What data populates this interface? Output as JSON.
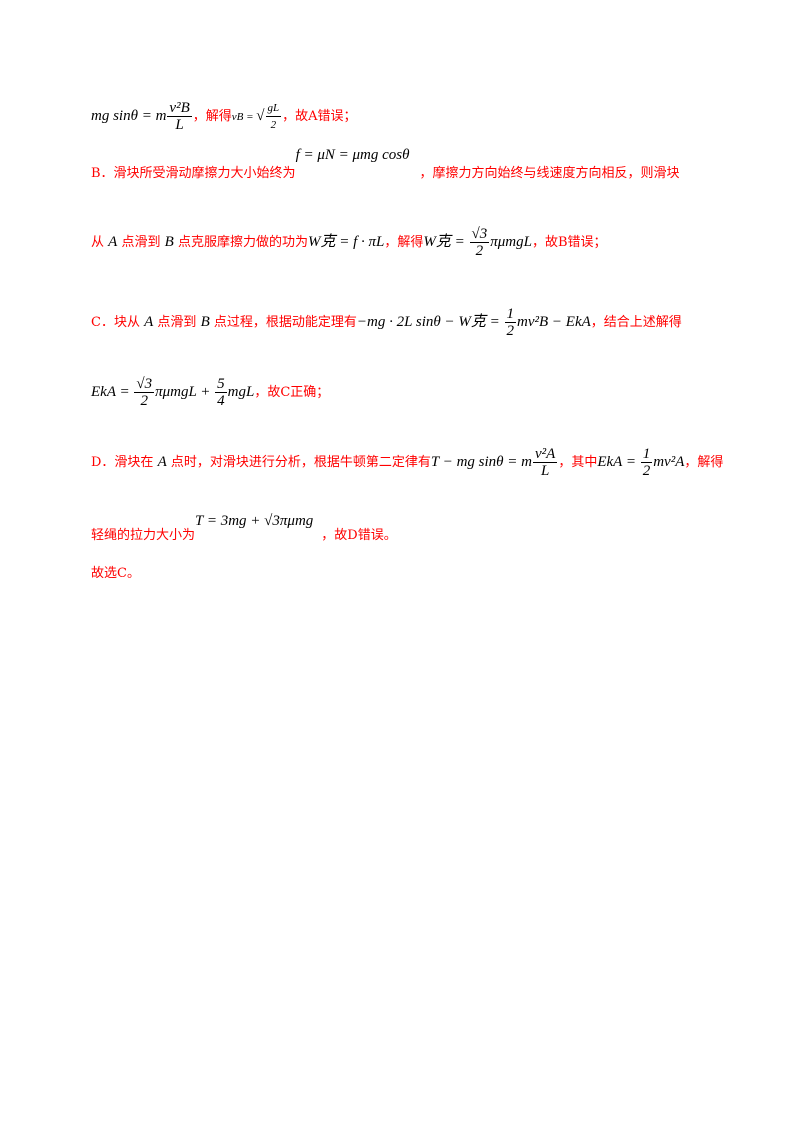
{
  "lines": [
    {
      "id": "line-1",
      "eq1": "mg sinθ = m",
      "frac1_num": "v²B",
      "frac1_den": "L",
      "text1": "，解得",
      "eq2": "vB = ",
      "sqrt_num": "gL",
      "sqrt_den": "2",
      "text2": "，故A错误；"
    },
    {
      "id": "line-2",
      "label": "B．滑块所受滑动摩擦力大小始终为",
      "eq": "f = μN = μmg cosθ",
      "text": "，摩擦力方向始终与线速度方向相反，则滑块"
    },
    {
      "id": "line-3",
      "text1": "从",
      "var_a": "A",
      "text2": "点滑到",
      "var_b": "B",
      "text3": "点克服摩擦力做的功为",
      "eq1": "W克 = f · πL",
      "text4": "，解得",
      "eq2_left": "W克 = ",
      "frac_num": "√3",
      "frac_den": "2",
      "eq2_right": "πμmgL",
      "text5": "，故B错误；"
    },
    {
      "id": "line-4",
      "text1": "C．块从",
      "var_a": "A",
      "text2": "点滑到",
      "var_b": "B",
      "text3": "点过程，根据动能定理有",
      "eq_left": "−mg · 2L sinθ − W克 = ",
      "frac_num": "1",
      "frac_den": "2",
      "eq_right": "mv²B − EkA",
      "text4": "，结合上述解得"
    },
    {
      "id": "line-5",
      "eq_left": "EkA = ",
      "frac1_num": "√3",
      "frac1_den": "2",
      "eq_mid": "πμmgL + ",
      "frac2_num": "5",
      "frac2_den": "4",
      "eq_right": "mgL",
      "text": "，故C正确；"
    },
    {
      "id": "line-6",
      "text1": "D．滑块在",
      "var_a": "A",
      "text2": "点时，对滑块进行分析，根据牛顿第二定律有",
      "eq1": "T − mg sinθ = m",
      "frac1_num": "v²A",
      "frac1_den": "L",
      "text3": "，其中",
      "eq2": "EkA = ",
      "frac2_num": "1",
      "frac2_den": "2",
      "eq2_right": "mv²A",
      "text4": "，解得"
    },
    {
      "id": "line-7",
      "text1": "轻绳的拉力大小为",
      "eq": "T = 3mg + √3πμmg",
      "text2": "，故D错误。"
    },
    {
      "id": "line-8",
      "text": "故选C。"
    }
  ]
}
